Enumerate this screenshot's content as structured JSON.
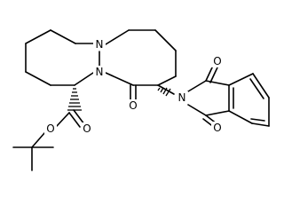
{
  "atoms": {
    "n1": "N",
    "n2": "N",
    "n_imide": "N",
    "o_ketone": "O",
    "o_ester_carbonyl": "O",
    "o_ester_ether": "O",
    "o_imide_top": "O",
    "o_imide_bottom": "O"
  },
  "colors": {
    "ink": "#000000",
    "background": "#ffffff"
  }
}
